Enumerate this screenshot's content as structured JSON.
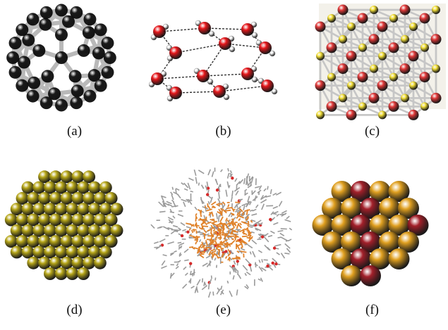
{
  "panels": [
    {
      "label": "(a)",
      "name": "carbon-cage",
      "colors": {
        "atom": "#1a1a1a",
        "bond": "#b9b9b9"
      }
    },
    {
      "label": "(b)",
      "name": "water-cluster",
      "colors": {
        "oxygen": "#e8181c",
        "hydrogen": "#f2f2f2",
        "bond": "#333333"
      }
    },
    {
      "label": "(c)",
      "name": "ionic-lattice",
      "colors": {
        "atom_a": "#e23a3a",
        "atom_b": "#f5e23a",
        "bond": "#c6c6c6"
      }
    },
    {
      "label": "(d)",
      "name": "gold-nanoparticle",
      "colors": {
        "atom": "#b7a719"
      }
    },
    {
      "label": "(e)",
      "name": "ligand-capped-nanoparticle",
      "colors": {
        "core": "#e0822a",
        "ligand": "#9a9a9a",
        "oxygen": "#d62a2a"
      }
    },
    {
      "label": "(f)",
      "name": "bimetallic-cluster",
      "colors": {
        "atom_a": "#e0a020",
        "atom_b": "#a3202a"
      }
    }
  ]
}
